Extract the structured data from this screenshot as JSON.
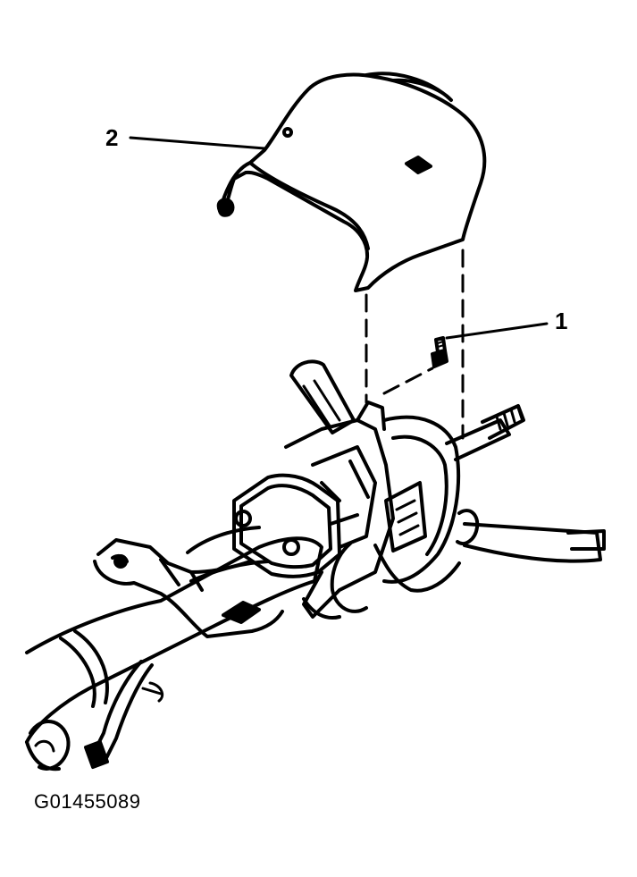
{
  "callouts": {
    "one": "1",
    "two": "2"
  },
  "figure_id": "G01455089",
  "colors": {
    "line": "#000000",
    "background": "#ffffff"
  }
}
